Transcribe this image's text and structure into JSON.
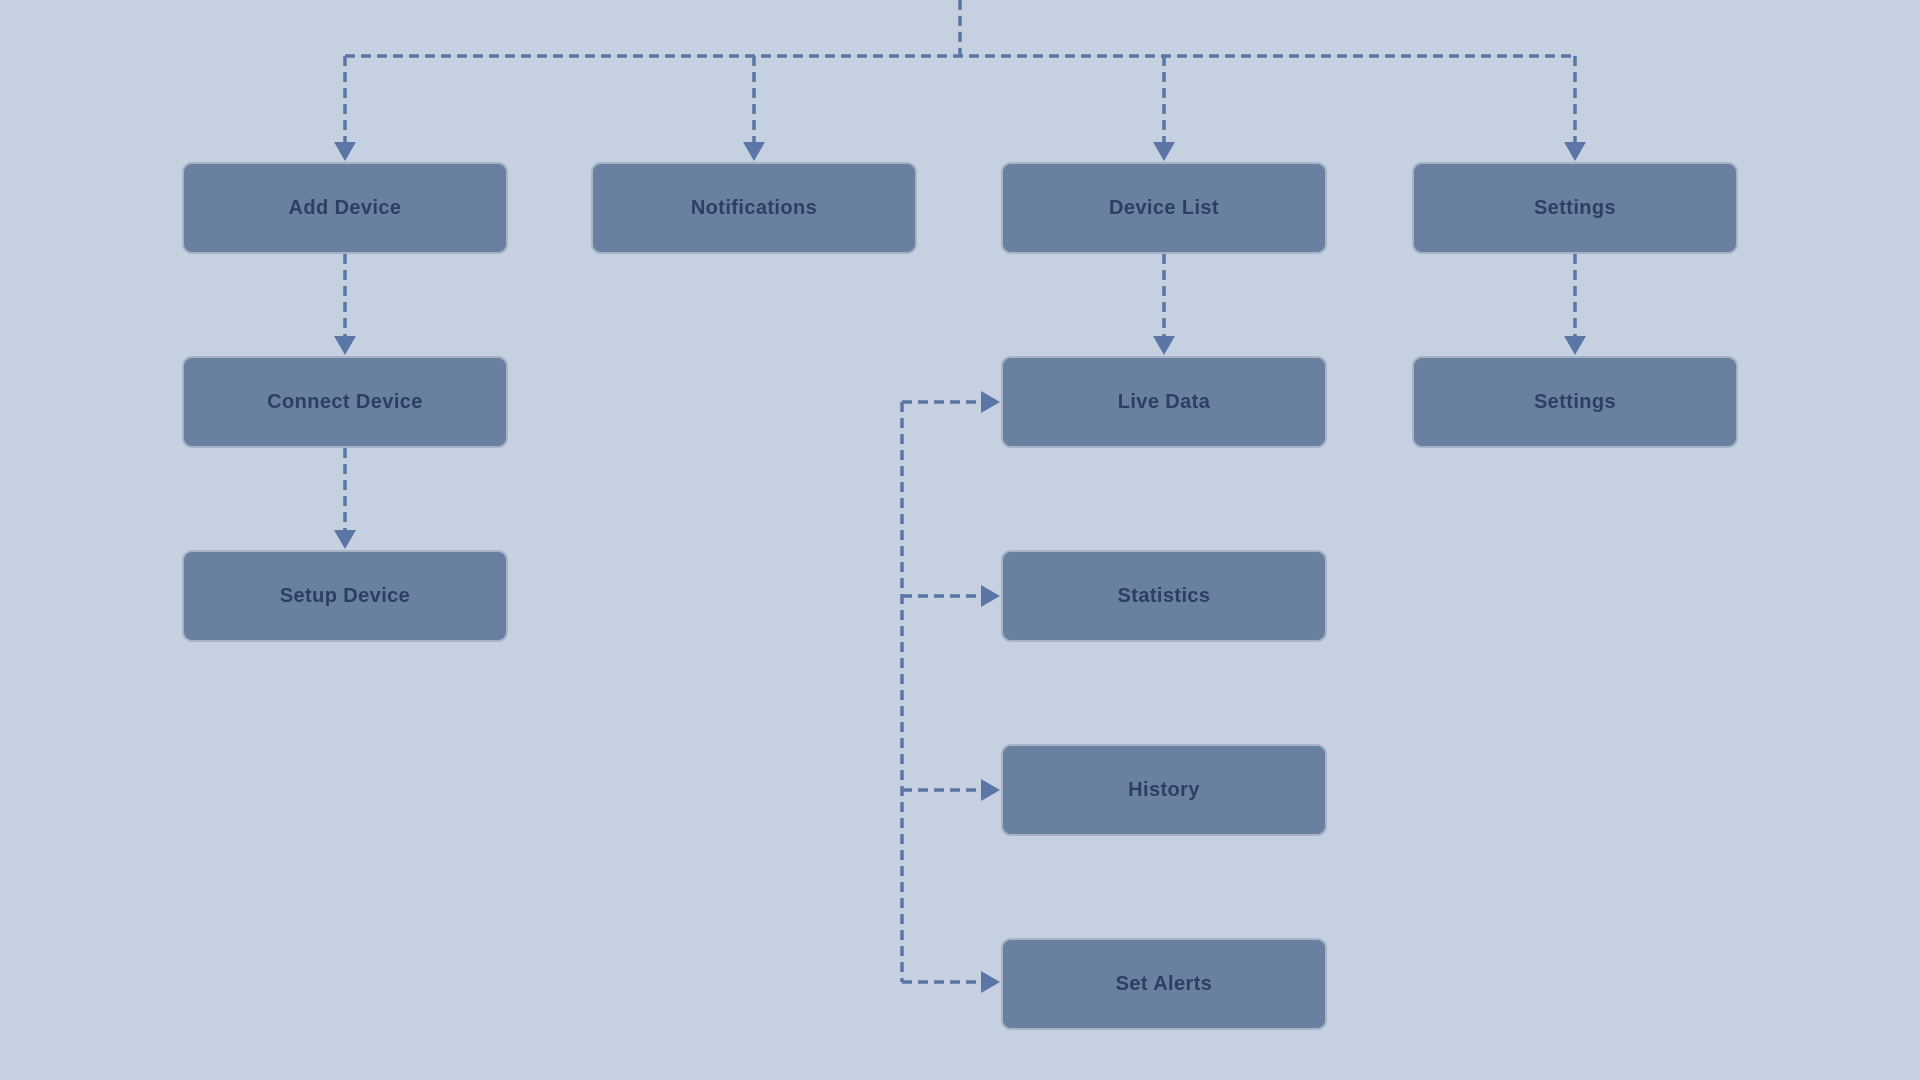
{
  "theme": {
    "background": "#c5d1e1",
    "node_fill": "#6a80a0",
    "node_border": "#a6b3c6",
    "node_text": "#2d3e64",
    "connector": "#5b76a6"
  },
  "diagram": {
    "type": "flowchart",
    "connector_style": "dashed-arrow",
    "nodes": [
      {
        "id": "add-device",
        "label": "Add Device"
      },
      {
        "id": "notifications",
        "label": "Notifications"
      },
      {
        "id": "device-list",
        "label": "Device List"
      },
      {
        "id": "settings",
        "label": "Settings"
      },
      {
        "id": "connect-device",
        "label": "Connect Device"
      },
      {
        "id": "live-data",
        "label": "Live Data"
      },
      {
        "id": "settings-sub",
        "label": "Settings"
      },
      {
        "id": "setup-device",
        "label": "Setup Device"
      },
      {
        "id": "statistics",
        "label": "Statistics"
      },
      {
        "id": "history",
        "label": "History"
      },
      {
        "id": "set-alerts",
        "label": "Set Alerts"
      }
    ],
    "edges": [
      {
        "from": "offscreen-parent",
        "to": "add-device"
      },
      {
        "from": "offscreen-parent",
        "to": "notifications"
      },
      {
        "from": "offscreen-parent",
        "to": "device-list"
      },
      {
        "from": "offscreen-parent",
        "to": "settings"
      },
      {
        "from": "add-device",
        "to": "connect-device"
      },
      {
        "from": "connect-device",
        "to": "setup-device"
      },
      {
        "from": "device-list",
        "to": "live-data"
      },
      {
        "from": "settings",
        "to": "settings-sub"
      },
      {
        "from": "branch-spine",
        "to": "live-data"
      },
      {
        "from": "branch-spine",
        "to": "statistics"
      },
      {
        "from": "branch-spine",
        "to": "history"
      },
      {
        "from": "branch-spine",
        "to": "set-alerts"
      }
    ]
  }
}
